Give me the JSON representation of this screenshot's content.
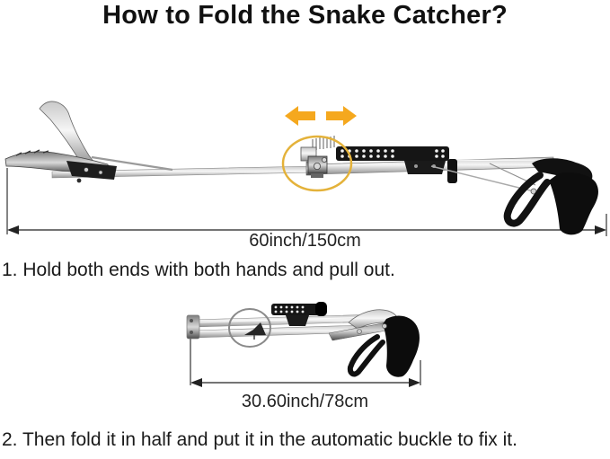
{
  "title": "How to Fold the Snake Catcher?",
  "figure_extended": {
    "dimension_label": "60inch/150cm",
    "arrow_color": "#F5A81E",
    "highlight_circle_color": "#E4B23A"
  },
  "figure_folded": {
    "dimension_label": "30.60inch/78cm",
    "highlight_circle_color": "#8A8A8A"
  },
  "steps": [
    {
      "text": "1. Hold both ends with both hands and pull out."
    },
    {
      "text": "2. Then fold it in half and put it in the automatic buckle to fix it."
    }
  ]
}
